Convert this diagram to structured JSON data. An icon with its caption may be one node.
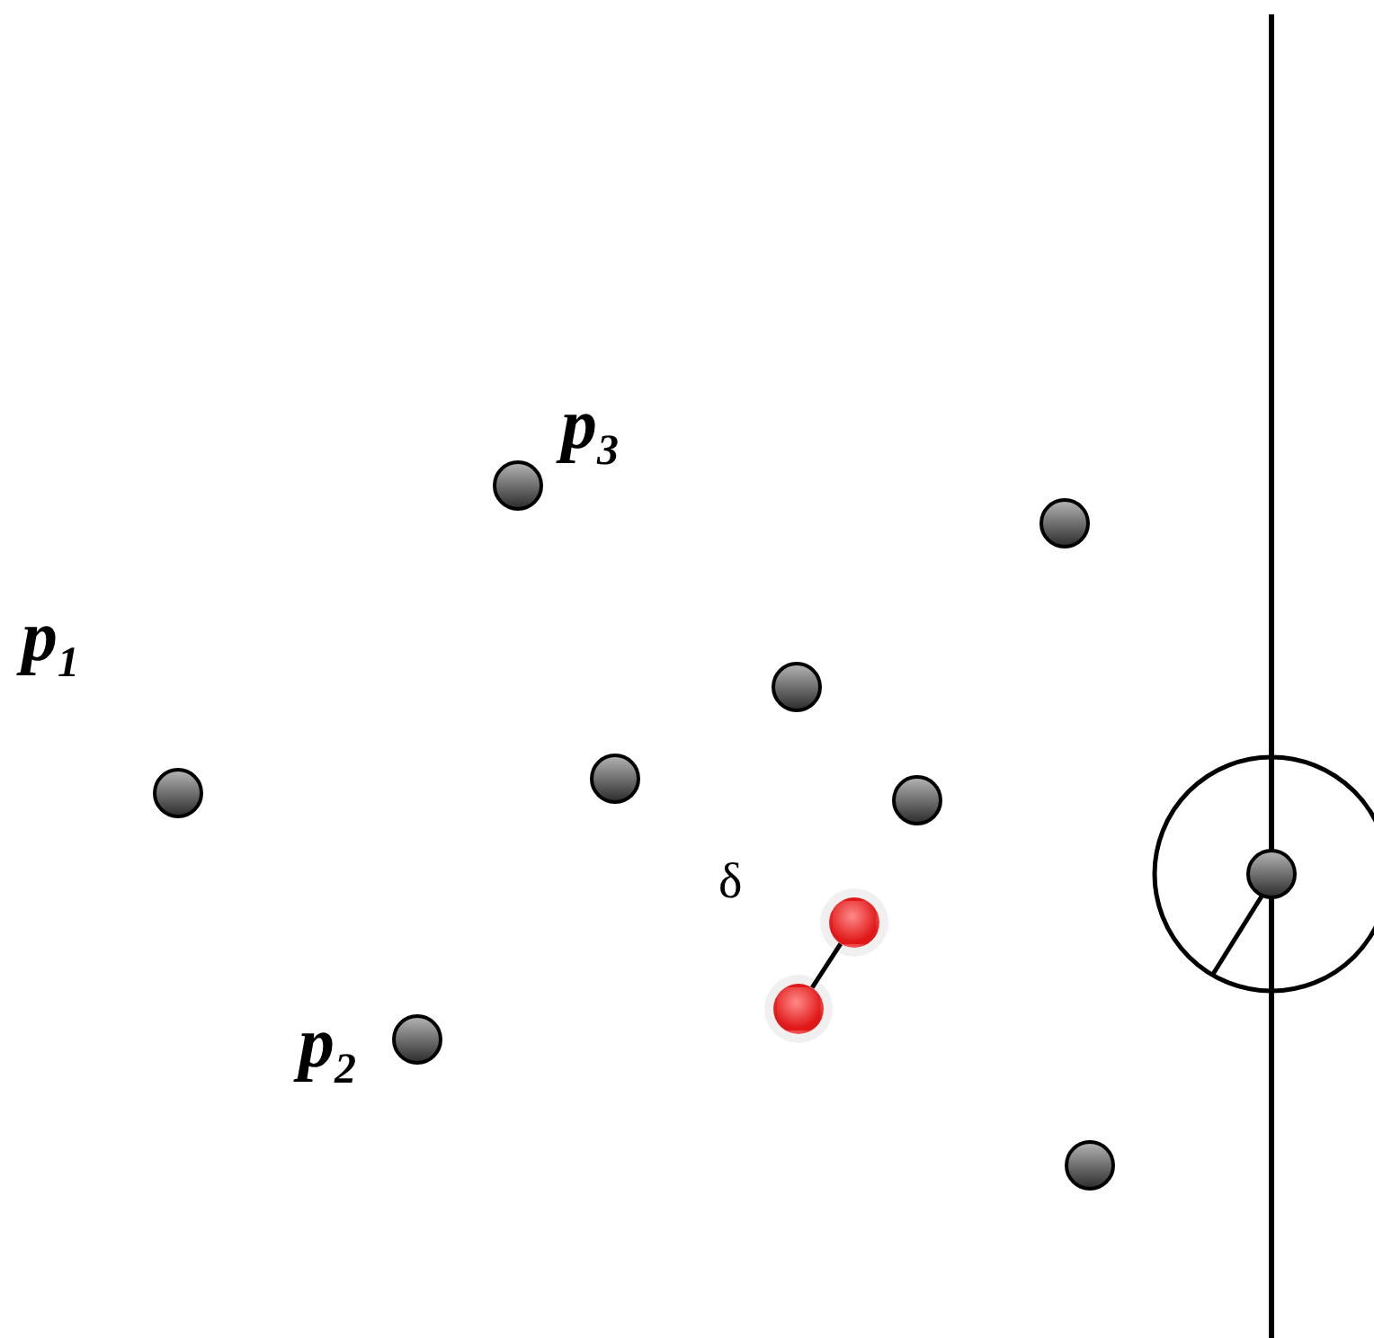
{
  "diagram": {
    "nodes": [
      {
        "text": [],
        "shape": "circle",
        "beside": [
          "p$_{3}$"
        ]
      },
      {
        "text": [],
        "shape": "circle"
      },
      {
        "text": [],
        "shape": "circle"
      },
      {
        "text": [],
        "shape": "circle",
        "beside": [
          "p$_{1}$"
        ]
      },
      {
        "text": [],
        "shape": "circle"
      },
      {
        "text": [],
        "shape": "circle"
      },
      {
        "text": [],
        "shape": "circle"
      },
      {
        "text": [],
        "shape": "circle"
      },
      {
        "text": [],
        "shape": "circle"
      },
      {
        "text": [],
        "shape": "circle",
        "beside": [
          "p$_{2}$"
        ]
      },
      {
        "text": [],
        "shape": "circle"
      }
    ],
    "edges": [
      {
        "from": 7,
        "to": 8,
        "arrow": "none",
        "label": "δ"
      }
    ]
  }
}
